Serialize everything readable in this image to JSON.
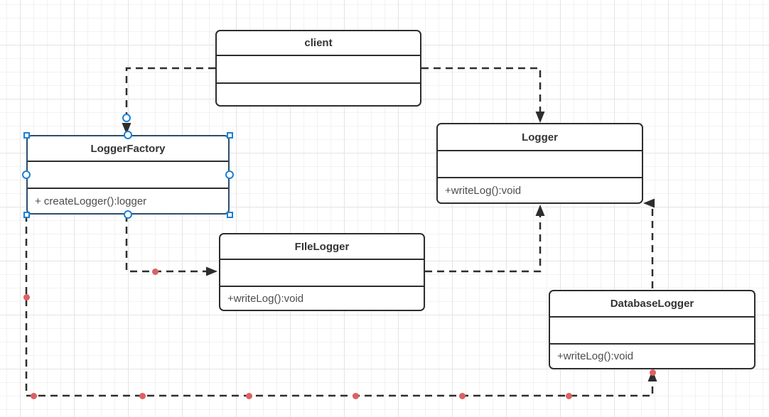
{
  "classes": [
    {
      "name": "client",
      "attributes": "",
      "methods": ""
    },
    {
      "name": "LoggerFactory",
      "attributes": "",
      "methods": "+ createLogger():logger"
    },
    {
      "name": "Logger",
      "attributes": "",
      "methods": "+writeLog():void"
    },
    {
      "name": "FIleLogger",
      "attributes": "",
      "methods": "+writeLog():void"
    },
    {
      "name": "DatabaseLogger",
      "attributes": "",
      "methods": "+writeLog():void"
    }
  ],
  "colors": {
    "stroke": "#2d2d2d",
    "selected_stroke": "#2e4d6d",
    "selection_handle": "#1b7fd6",
    "waypoint_red": "#dd6161",
    "grid_minor": "#f2f2f2",
    "grid_major": "#e4e4e4",
    "background": "#ffffff",
    "title_text": "#333333",
    "method_text": "#4d4d4d"
  }
}
